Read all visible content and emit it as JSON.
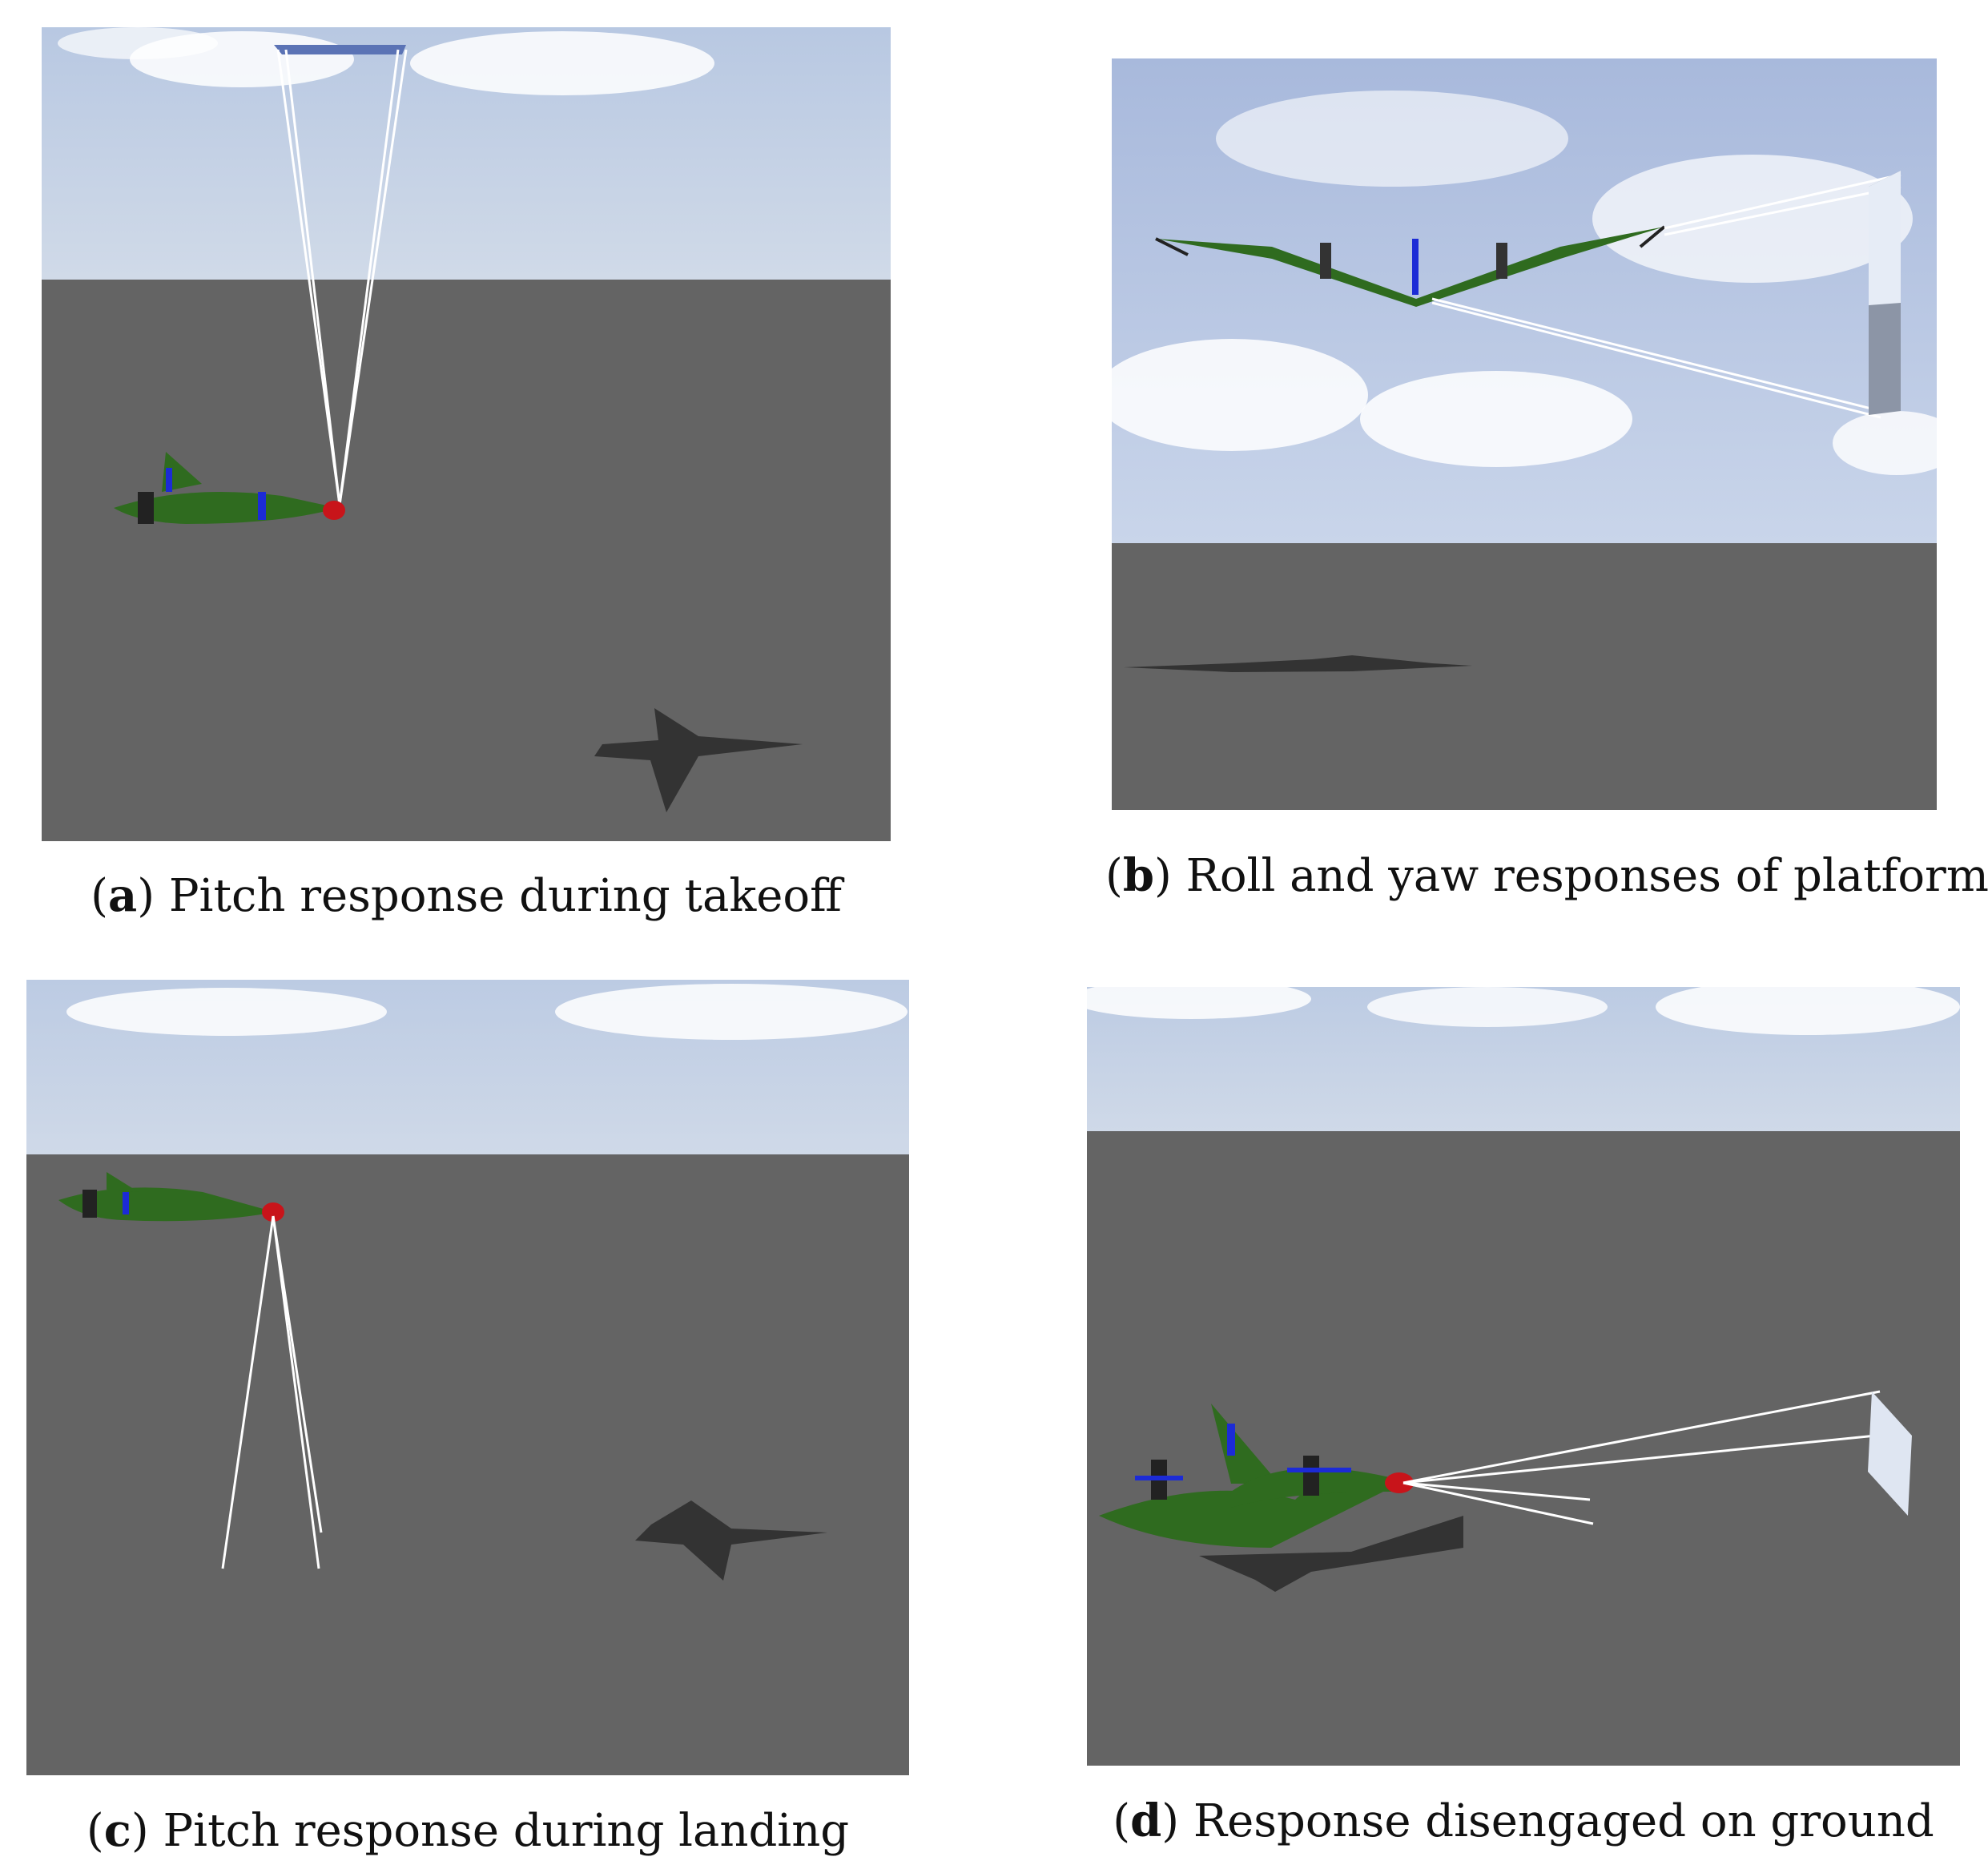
{
  "figure": {
    "panels": [
      {
        "id": "a",
        "letter": "a",
        "caption": "Pitch response during takeoff"
      },
      {
        "id": "b",
        "letter": "b",
        "caption": "Roll and yaw responses of platform"
      },
      {
        "id": "c",
        "letter": "c",
        "caption": "Pitch response during landing"
      },
      {
        "id": "d",
        "letter": "d",
        "caption": "Response disengaged on ground"
      }
    ],
    "colors": {
      "sky": "#c9d6e6",
      "ground": "#646464",
      "aircraft_body": "#2f6b1f",
      "nose": "#c8141a",
      "propeller": "#1c2bd6",
      "shadow": "#333333"
    }
  }
}
